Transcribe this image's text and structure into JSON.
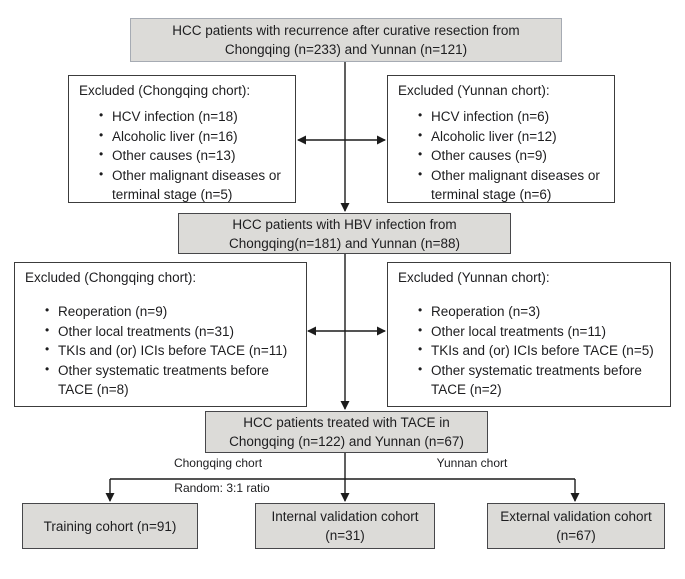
{
  "colors": {
    "background": "#ffffff",
    "box_fill": "#dcdbd8",
    "box_border_light": "#a6abb3",
    "box_border_dark": "#47474a",
    "outline_border": "#3c3c3c",
    "line": "#1c1c1c",
    "text": "#1d1d1f"
  },
  "flow": {
    "top": {
      "lines": [
        "HCC patients with recurrence after curative resection from",
        "Chongqing (n=233) and Yunnan (n=121)"
      ]
    },
    "excl_row1_left": {
      "title": "Excluded (Chongqing chort):",
      "items": [
        "HCV infection (n=18)",
        "Alcoholic liver (n=16)",
        "Other causes (n=13)",
        "Other malignant diseases or terminal stage (n=5)"
      ]
    },
    "excl_row1_right": {
      "title": "Excluded (Yunnan chort):",
      "items": [
        "HCV infection (n=6)",
        "Alcoholic liver (n=12)",
        "Other causes (n=9)",
        "Other malignant diseases or terminal stage (n=6)"
      ]
    },
    "hbv": {
      "lines": [
        "HCC patients with HBV infection from",
        "Chongqing(n=181) and Yunnan (n=88)"
      ]
    },
    "excl_row2_left": {
      "title": "Excluded (Chongqing chort):",
      "items": [
        "Reoperation (n=9)",
        "Other local treatments (n=31)",
        "TKIs and (or) ICIs before TACE (n=11)",
        "Other systematic treatments before TACE (n=8)"
      ]
    },
    "excl_row2_right": {
      "title": "Excluded (Yunnan chort):",
      "items": [
        "Reoperation (n=3)",
        "Other local treatments (n=11)",
        "TKIs and (or) ICIs before TACE (n=5)",
        "Other systematic treatments before TACE (n=2)"
      ]
    },
    "tace": {
      "lines": [
        "HCC patients treated with TACE in",
        "Chongqing (n=122) and Yunnan (n=67)"
      ]
    },
    "branch_labels": {
      "left": "Chongqing chort",
      "right": "Yunnan chort",
      "random": "Random: 3:1 ratio"
    },
    "training": {
      "lines": [
        "Training cohort (n=91)"
      ]
    },
    "internal": {
      "lines": [
        "Internal validation cohort",
        "(n=31)"
      ]
    },
    "external": {
      "lines": [
        "External validation cohort",
        "(n=67)"
      ]
    }
  }
}
